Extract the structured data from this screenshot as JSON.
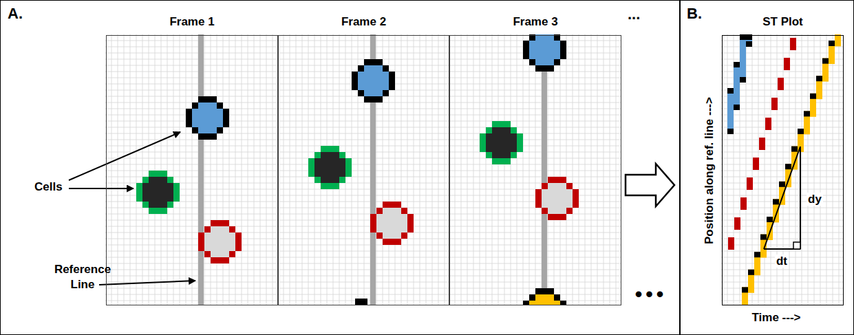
{
  "diagram": {
    "nodes": [
      {
        "text": [
          "A."
        ]
      },
      {
        "text": [
          "Frame 1"
        ],
        "in": 0
      },
      {
        "text": [
          "Frame 2"
        ],
        "in": 0
      },
      {
        "text": [
          "Frame 3"
        ],
        "in": 0
      },
      {
        "text": [
          "B."
        ]
      },
      {
        "text": [
          "ST Plot"
        ],
        "in": 4
      }
    ],
    "edges": [
      {
        "from": 3,
        "to": 4,
        "arrow": "to"
      }
    ],
    "labels": [
      "Cells",
      "Reference Line",
      "...",
      "•••",
      "Position along ref. line --->",
      "Time --->",
      "dy",
      "dt"
    ]
  }
}
